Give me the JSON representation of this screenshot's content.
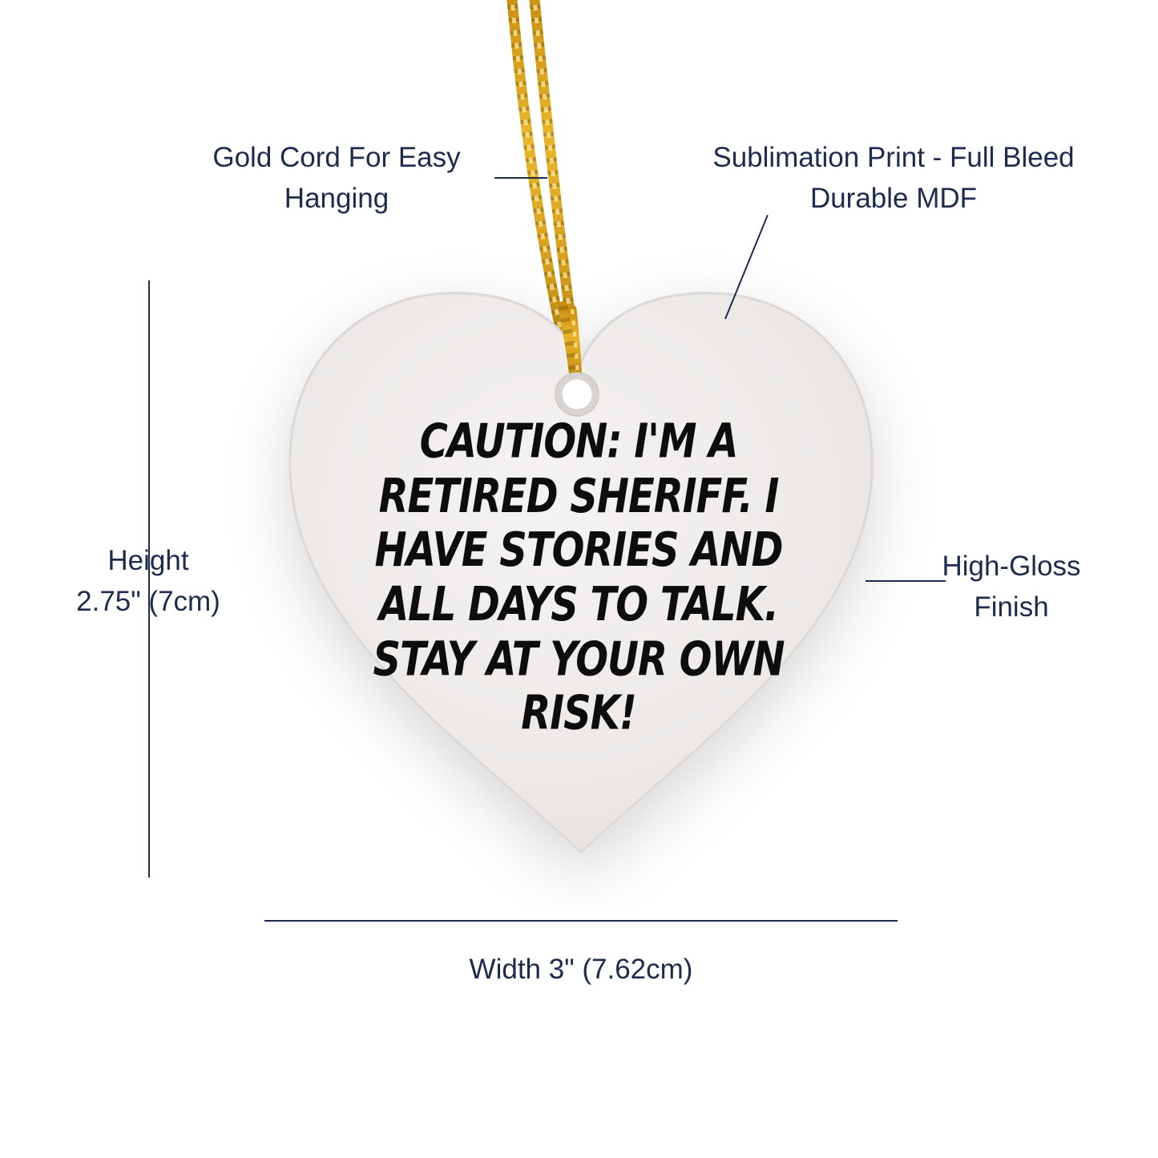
{
  "product": {
    "ornament_text_lines": [
      "CAUTION: I'M A",
      "RETIRED SHERIFF. I",
      "HAVE STORIES AND",
      "ALL DAYS TO TALK.",
      "STAY AT YOUR OWN",
      "RISK!"
    ]
  },
  "callouts": {
    "gold_cord": {
      "line1": "Gold Cord For Easy",
      "line2": "Hanging"
    },
    "sublimation": {
      "line1": "Sublimation Print - Full Bleed",
      "line2": "Durable MDF"
    },
    "high_gloss": {
      "line1": "High-Gloss",
      "line2": "Finish"
    },
    "height": {
      "line1": "Height",
      "line2": "2.75\" (7cm)"
    },
    "width": {
      "label": "Width 3\" (7.62cm)"
    }
  },
  "colors": {
    "annotation_text": "#1d2b4d",
    "callout_line": "#1d2b4d",
    "heart_fill": "#edeae8",
    "heart_edge": "#dcd8d5",
    "cord_gold": "#d7a01f",
    "cord_gold_dark": "#7a5604",
    "cord_gold_light": "#ffe79a",
    "ornament_text": "#0d0d0d",
    "background": "#ffffff"
  },
  "icons": {
    "gold_cord": "gold-cord",
    "heart_ornament": "heart-ornament",
    "hanging_hole": "hanging-hole"
  }
}
